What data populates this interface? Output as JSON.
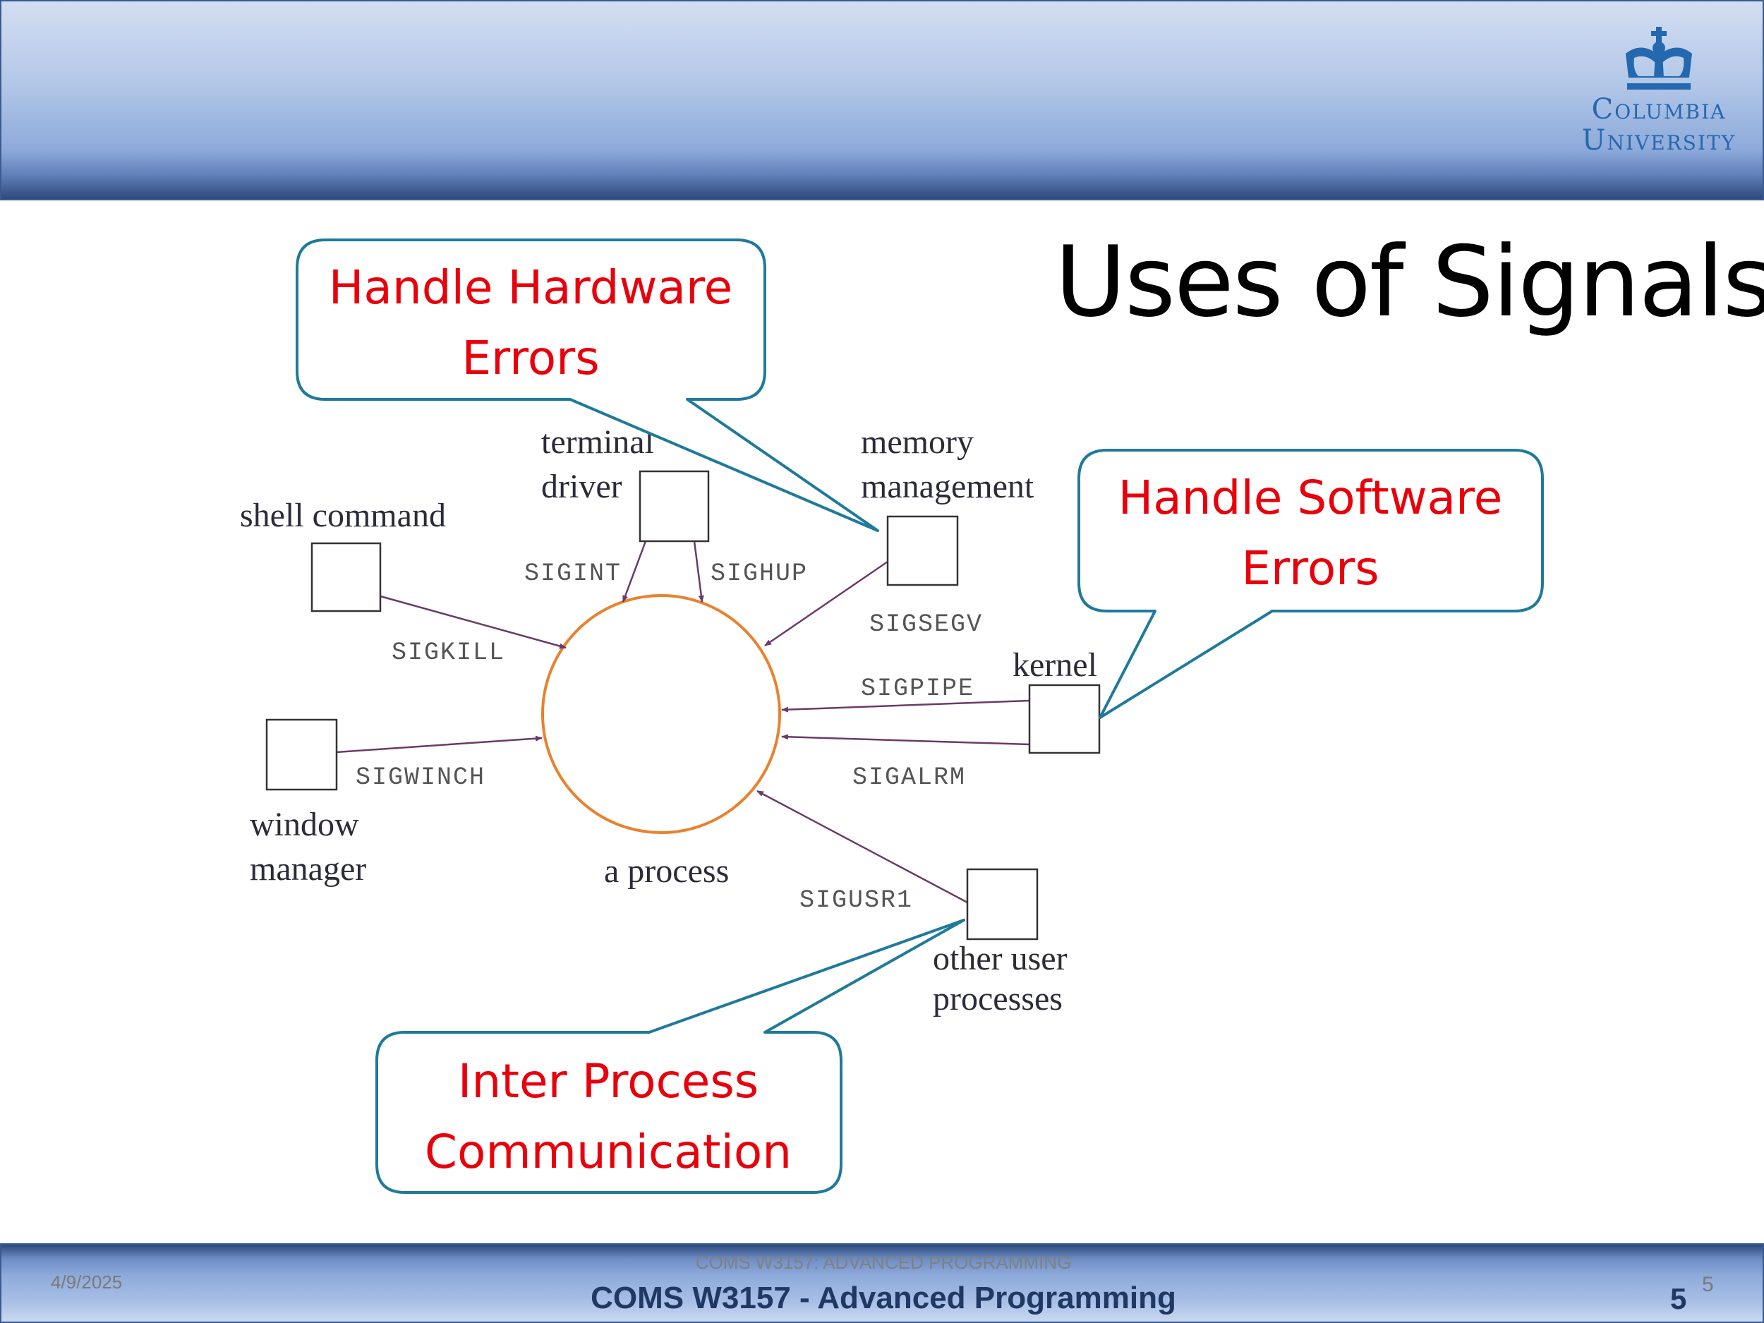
{
  "header": {
    "logo": {
      "line1": "Columbia",
      "line2": "University",
      "icon": "crown-icon"
    }
  },
  "slide": {
    "title": "Uses of Signals"
  },
  "diagram": {
    "center_label": "a process",
    "sources": {
      "shell": "shell command",
      "terminal_1": "terminal",
      "terminal_2": "driver",
      "memory_1": "memory",
      "memory_2": "management",
      "kernel": "kernel",
      "window_1": "window",
      "window_2": "manager",
      "other_1": "other user",
      "other_2": "processes"
    },
    "signals": {
      "sigint": "SIGINT",
      "sighup": "SIGHUP",
      "sigsegv": "SIGSEGV",
      "sigkill": "SIGKILL",
      "sigpipe": "SIGPIPE",
      "sigwinch": "SIGWINCH",
      "sigalrm": "SIGALRM",
      "sigusr1": "SIGUSR1"
    },
    "colors": {
      "circle": "#e8822e",
      "arrow": "#6a3a6a",
      "callout_border": "#1f7a9a",
      "callout_text": "#e8000b"
    }
  },
  "callouts": {
    "hardware": {
      "line1": "Handle Hardware",
      "line2": "Errors"
    },
    "software": {
      "line1": "Handle Software",
      "line2": "Errors"
    },
    "ipc": {
      "line1": "Inter Process",
      "line2": "Communication"
    }
  },
  "footer": {
    "date": "4/9/2025",
    "course_gray": "COMS W3157: ADVANCED PROGRAMMING",
    "course": "COMS W3157 - Advanced Programming",
    "page_bold": "5",
    "page_small": "5"
  }
}
